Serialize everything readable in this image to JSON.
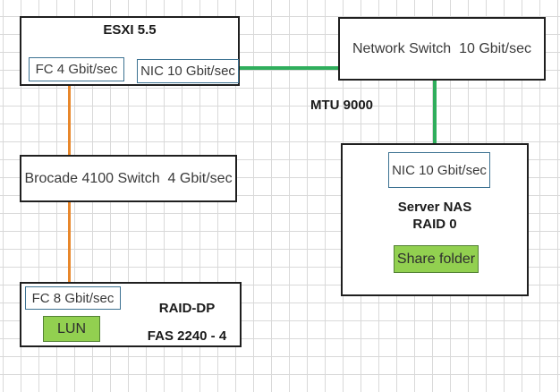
{
  "diagram": {
    "esxi": {
      "title": "ESXI 5.5",
      "fc_port": "FC 4 Gbit/sec",
      "nic_port": "NIC 10 Gbit/sec"
    },
    "brocade": {
      "label": "Brocade 4100 Switch  4 Gbit/sec"
    },
    "network_switch": {
      "label": "Network Switch  10 Gbit/sec"
    },
    "mtu": {
      "label": "MTU 9000"
    },
    "nas": {
      "nic_port": "NIC 10 Gbit/sec",
      "line1": "Server NAS",
      "line2": "RAID 0",
      "share": "Share folder"
    },
    "fas": {
      "fc_port": "FC 8 Gbit/sec",
      "lun": "LUN",
      "line1": "RAID-DP",
      "line2": "FAS 2240 - 4"
    },
    "connections": [
      {
        "from": "ESXI FC 4 Gbit/sec",
        "to": "Brocade 4100 Switch",
        "type": "fibre-channel",
        "color": "#e8872b"
      },
      {
        "from": "Brocade 4100 Switch",
        "to": "FAS 2240-4 FC 8 Gbit/sec",
        "type": "fibre-channel",
        "color": "#e8872b"
      },
      {
        "from": "ESXI NIC 10 Gbit/sec",
        "to": "Network Switch 10 Gbit/sec",
        "type": "ethernet",
        "color": "#2fae5c"
      },
      {
        "from": "Network Switch 10 Gbit/sec",
        "to": "Server NAS NIC 10 Gbit/sec",
        "type": "ethernet",
        "color": "#2fae5c"
      }
    ],
    "colors": {
      "grid_line": "#d9d9d9",
      "node_border": "#1f1f1f",
      "port_border": "#3d7292",
      "fc_link_orange": "#e8872b",
      "ethernet_link_green": "#2fae5c",
      "highlight_fill_green": "#92d050",
      "highlight_border_green": "#538135"
    }
  }
}
